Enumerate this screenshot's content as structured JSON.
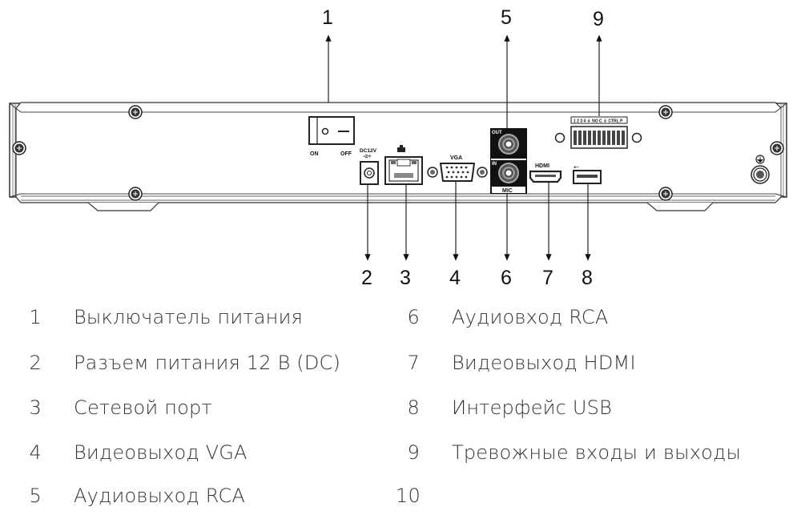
{
  "title": "NVR rear panel diagram",
  "callouts": {
    "top": [
      "1",
      "5",
      "9"
    ],
    "bottom": [
      "2",
      "3",
      "4",
      "6",
      "7",
      "8"
    ]
  },
  "panel_labels": {
    "switch_on": "ON",
    "switch_off": "OFF",
    "dc": "DC12V",
    "vga": "VGA",
    "audio_out": "OUT",
    "audio_in": "IN",
    "mic": "MIC",
    "hdmi": "HDMI",
    "alarm_header": "1 2 3 4 ⏚ NO C ⏚ CTRL P"
  },
  "legend": {
    "left": [
      {
        "num": "1",
        "label": "Выключатель питания"
      },
      {
        "num": "2",
        "label": "Разъем питания 12 В (DC)"
      },
      {
        "num": "3",
        "label": "Сетевой порт"
      },
      {
        "num": "4",
        "label": "Видеовыход VGA"
      },
      {
        "num": "5",
        "label": "Аудиовыход RCA"
      }
    ],
    "right": [
      {
        "num": "6",
        "label": "Аудиовход RCA"
      },
      {
        "num": "7",
        "label": "Видеовыход HDMI"
      },
      {
        "num": "8",
        "label": "Интерфейс USB"
      },
      {
        "num": "9",
        "label": "Тревожные входы и выходы"
      },
      {
        "num": "10",
        "label": ""
      }
    ]
  }
}
